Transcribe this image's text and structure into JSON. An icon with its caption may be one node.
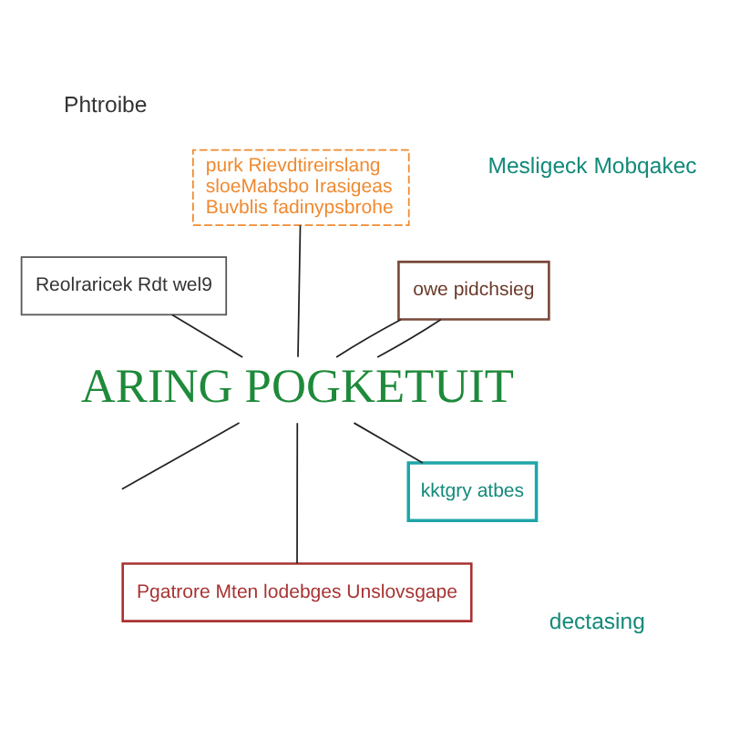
{
  "diagram": {
    "nodes": [
      {
        "text": [
          "ARING POGKETUIT"
        ]
      },
      {
        "text": [
          "kktgry atbes"
        ]
      },
      {
        "text": [
          "Pgatrore Mten lodebges Unslovsgape"
        ]
      },
      {
        "text": [
          "Reolraricek Rdt wel9"
        ]
      },
      {
        "text": [
          "owe pidchsieg"
        ]
      },
      {
        "text": [
          "purk Rievdtireirslang sloeMabsbo Irasigeas Buvblis fadinypsbrohe"
        ]
      }
    ],
    "edges": [
      {
        "from": 1,
        "to": 0,
        "arrow": "none"
      },
      {
        "from": 2,
        "to": 0,
        "arrow": "none"
      },
      {
        "from": 3,
        "to": 0,
        "arrow": "none"
      },
      {
        "from": 0,
        "to": null,
        "arrow": "none"
      },
      {
        "from": 0,
        "to": 4,
        "arrow": "none"
      },
      {
        "from": 0,
        "to": 4,
        "arrow": "none"
      },
      {
        "from": 0,
        "to": 5,
        "arrow": "none"
      }
    ],
    "labels": [
      "dectasing",
      "Phtroibe",
      "Mesligeck Mobqakec"
    ]
  }
}
